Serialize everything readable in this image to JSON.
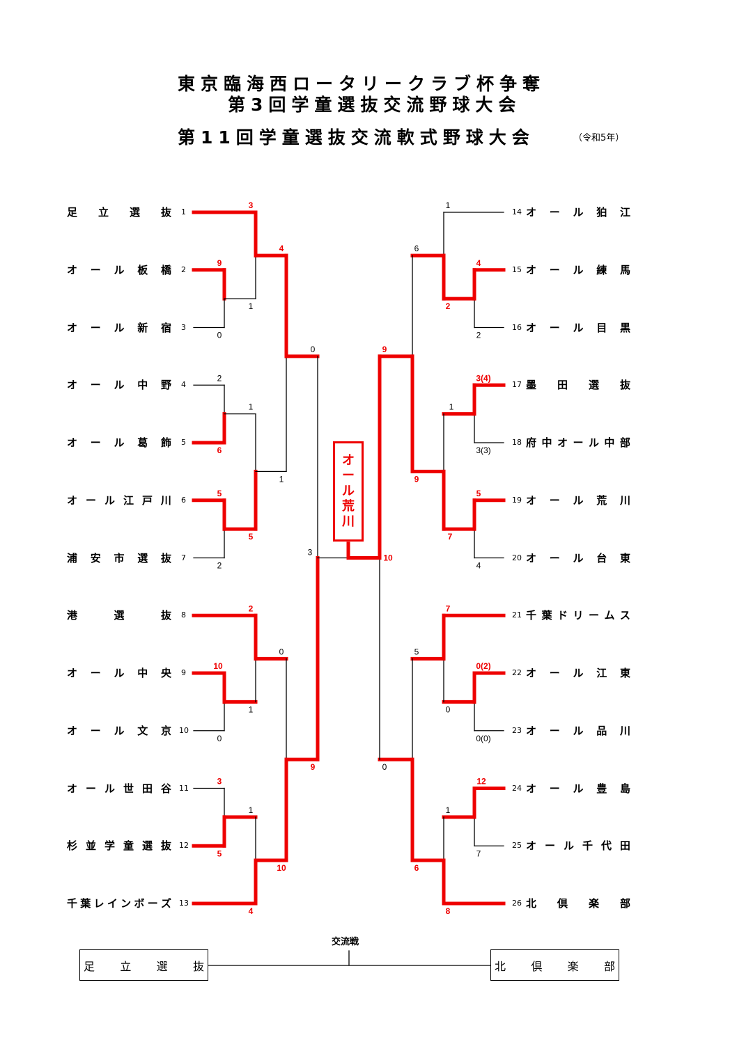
{
  "header": {
    "title_line1": "東京臨海西ロータリークラブ杯争奪",
    "title_line2": "第3回学童選抜交流野球大会",
    "title_line3": "第11回学童選抜交流軟式野球大会",
    "year_note": "（令和5年）"
  },
  "colors": {
    "winner": "#ee0000",
    "loser": "#000000"
  },
  "teams": [
    {
      "seed": "1",
      "name": "足立選抜",
      "side": "left"
    },
    {
      "seed": "2",
      "name": "オール板橋",
      "side": "left"
    },
    {
      "seed": "3",
      "name": "オール新宿",
      "side": "left"
    },
    {
      "seed": "4",
      "name": "オール中野",
      "side": "left"
    },
    {
      "seed": "5",
      "name": "オール葛飾",
      "side": "left"
    },
    {
      "seed": "6",
      "name": "オール江戸川",
      "side": "left"
    },
    {
      "seed": "7",
      "name": "浦安市選抜",
      "side": "left"
    },
    {
      "seed": "8",
      "name": "港選抜",
      "side": "left"
    },
    {
      "seed": "9",
      "name": "オール中央",
      "side": "left"
    },
    {
      "seed": "10",
      "name": "オール文京",
      "side": "left"
    },
    {
      "seed": "11",
      "name": "オール世田谷",
      "side": "left"
    },
    {
      "seed": "12",
      "name": "杉並学童選抜",
      "side": "left"
    },
    {
      "seed": "13",
      "name": "千葉レインボーズ",
      "side": "left"
    },
    {
      "seed": "14",
      "name": "オール狛江",
      "side": "right"
    },
    {
      "seed": "15",
      "name": "オール練馬",
      "side": "right"
    },
    {
      "seed": "16",
      "name": "オール目黒",
      "side": "right"
    },
    {
      "seed": "17",
      "name": "墨田選抜",
      "side": "right"
    },
    {
      "seed": "18",
      "name": "府中オール中部",
      "side": "right"
    },
    {
      "seed": "19",
      "name": "オール荒川",
      "side": "right"
    },
    {
      "seed": "20",
      "name": "オール台東",
      "side": "right"
    },
    {
      "seed": "21",
      "name": "千葉ドリームス",
      "side": "right"
    },
    {
      "seed": "22",
      "name": "オール江東",
      "side": "right"
    },
    {
      "seed": "23",
      "name": "オール品川",
      "side": "right"
    },
    {
      "seed": "24",
      "name": "オール豊島",
      "side": "right"
    },
    {
      "seed": "25",
      "name": "オール千代田",
      "side": "right"
    },
    {
      "seed": "26",
      "name": "北倶楽部",
      "side": "right"
    }
  ],
  "team_name_display": [
    [
      "足",
      "立",
      "選",
      "抜"
    ],
    [
      "オ",
      "ー",
      "ル",
      "板",
      "橋"
    ],
    [
      "オ",
      "ー",
      "ル",
      "新",
      "宿"
    ],
    [
      "オ",
      "ー",
      "ル",
      "中",
      "野"
    ],
    [
      "オ",
      "ー",
      "ル",
      "葛",
      "飾"
    ],
    [
      "オ",
      "ー",
      "ル",
      "江",
      "戸",
      "川"
    ],
    [
      "浦",
      "安",
      "市",
      "選",
      "抜"
    ],
    [
      "港",
      "選",
      "抜"
    ],
    [
      "オ",
      "ー",
      "ル",
      "中",
      "央"
    ],
    [
      "オ",
      "ー",
      "ル",
      "文",
      "京"
    ],
    [
      "オ",
      "ー",
      "ル",
      "世",
      "田",
      "谷"
    ],
    [
      "杉",
      "並",
      "学",
      "童",
      "選",
      "抜"
    ],
    [
      "千",
      "葉",
      "レ",
      "イ",
      "ン",
      "ボ",
      "ー",
      "ズ"
    ],
    [
      "オ",
      "ー",
      "ル",
      "狛",
      "江"
    ],
    [
      "オ",
      "ー",
      "ル",
      "練",
      "馬"
    ],
    [
      "オ",
      "ー",
      "ル",
      "目",
      "黒"
    ],
    [
      "墨",
      "田",
      "選",
      "抜"
    ],
    [
      "府",
      "中",
      "オ",
      "ー",
      "ル",
      "中",
      "部"
    ],
    [
      "オ",
      "ー",
      "ル",
      "荒",
      "川"
    ],
    [
      "オ",
      "ー",
      "ル",
      "台",
      "東"
    ],
    [
      "千",
      "葉",
      "ド",
      "リ",
      "ー",
      "ム",
      "ス"
    ],
    [
      "オ",
      "ー",
      "ル",
      "江",
      "東"
    ],
    [
      "オ",
      "ー",
      "ル",
      "品",
      "川"
    ],
    [
      "オ",
      "ー",
      "ル",
      "豊",
      "島"
    ],
    [
      "オ",
      "ー",
      "ル",
      "千",
      "代",
      "田"
    ],
    [
      "北",
      "倶",
      "楽",
      "部"
    ]
  ],
  "matches": {
    "L_2v3": {
      "a": "オール板橋",
      "a_score": "9",
      "b": "オール新宿",
      "b_score": "0",
      "winner": "a"
    },
    "L_1vW23": {
      "a": "足立選抜",
      "a_score": "3",
      "b": "オール板橋",
      "b_score": "1",
      "winner": "a"
    },
    "L_4v5": {
      "a": "オール中野",
      "a_score": "2",
      "b": "オール葛飾",
      "b_score": "6",
      "winner": "b"
    },
    "L_6v7": {
      "a": "オール江戸川",
      "a_score": "5",
      "b": "浦安市選抜",
      "b_score": "2",
      "winner": "a"
    },
    "L_W45vW67": {
      "a": "オール葛飾",
      "a_score": "1",
      "b": "オール江戸川",
      "b_score": "5",
      "winner": "b"
    },
    "L_QF_top": {
      "a": "足立選抜",
      "a_score": "4",
      "b": "オール江戸川",
      "b_score": "1",
      "winner": "a"
    },
    "L_9v10": {
      "a": "オール中央",
      "a_score": "10",
      "b": "オール文京",
      "b_score": "0",
      "winner": "a"
    },
    "L_8vW910": {
      "a": "港選抜",
      "a_score": "2",
      "b": "オール中央",
      "b_score": "1",
      "winner": "a"
    },
    "L_11v12": {
      "a": "オール世田谷",
      "a_score": "3",
      "b": "杉並学童選抜",
      "b_score": "5",
      "winner": "b"
    },
    "L_W1112v13": {
      "a": "杉並学童選抜",
      "a_score": "1",
      "b": "千葉レインボーズ",
      "b_score": "4",
      "winner": "b"
    },
    "L_QF_bot": {
      "a": "港選抜",
      "a_score": "0",
      "b": "千葉レインボーズ",
      "b_score": "10",
      "winner": "b"
    },
    "L_SF": {
      "a": "足立選抜",
      "a_score": "0",
      "b": "千葉レインボーズ",
      "b_score": "9",
      "winner": "b"
    },
    "R_15v16": {
      "a": "オール練馬",
      "a_score": "4",
      "b": "オール目黒",
      "b_score": "2",
      "winner": "a"
    },
    "R_14vW1516": {
      "a": "オール狛江",
      "a_score": "1",
      "b": "オール練馬",
      "b_score": "2",
      "winner": "b"
    },
    "R_17v18": {
      "a": "墨田選抜",
      "a_score": "3(4)",
      "b": "府中オール中部",
      "b_score": "3(3)",
      "winner": "a"
    },
    "R_19v20": {
      "a": "オール荒川",
      "a_score": "5",
      "b": "オール台東",
      "b_score": "4",
      "winner": "a"
    },
    "R_W1718vW1920": {
      "a": "墨田選抜",
      "a_score": "1",
      "b": "オール荒川",
      "b_score": "7",
      "winner": "b"
    },
    "R_QF_top": {
      "a": "オール練馬",
      "a_score": "6",
      "b": "オール荒川",
      "b_score": "9",
      "winner": "b"
    },
    "R_22v23": {
      "a": "オール江東",
      "a_score": "0(2)",
      "b": "オール品川",
      "b_score": "0(0)",
      "winner": "a"
    },
    "R_21vW2223": {
      "a": "千葉ドリームス",
      "a_score": "7",
      "b": "オール江東",
      "b_score": "0",
      "winner": "a"
    },
    "R_24v25": {
      "a": "オール豊島",
      "a_score": "12",
      "b": "オール千代田",
      "b_score": "7",
      "winner": "a"
    },
    "R_W2425v26": {
      "a": "オール豊島",
      "a_score": "1",
      "b": "北倶楽部",
      "b_score": "8",
      "winner": "b"
    },
    "R_QF_bot": {
      "a": "千葉ドリームス",
      "a_score": "5",
      "b": "北倶楽部",
      "b_score": "6",
      "winner": "b"
    },
    "R_SF": {
      "a": "オール荒川",
      "a_score": "9",
      "b": "北倶楽部",
      "b_score": "0",
      "winner": "a"
    },
    "Final": {
      "a": "千葉レインボーズ",
      "a_score": "3",
      "b": "オール荒川",
      "b_score": "10",
      "winner": "b"
    }
  },
  "champion": {
    "name": "オール荒川",
    "chars": [
      "オ",
      "ー",
      "ル",
      "荒",
      "川"
    ]
  },
  "exchange_match": {
    "label": "交流戦",
    "left_team": [
      "足",
      "立",
      "選",
      "抜"
    ],
    "right_team": [
      "北",
      "倶",
      "楽",
      "部"
    ]
  }
}
